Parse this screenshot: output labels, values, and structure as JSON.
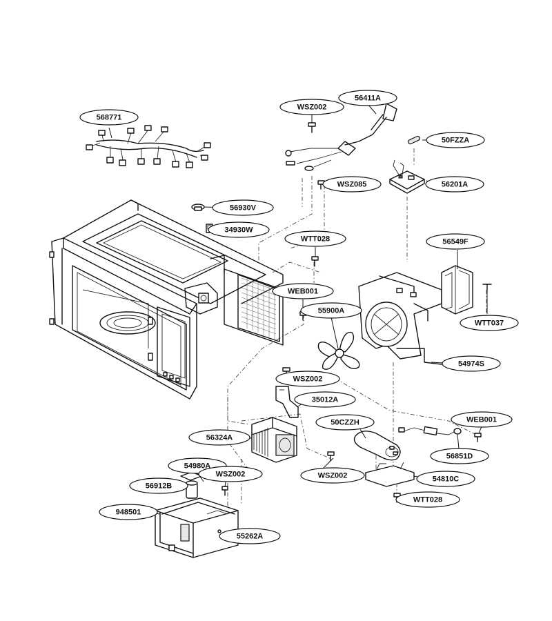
{
  "diagram": {
    "highlight_color": "#b0207a",
    "line_color": "#111111",
    "labels": [
      {
        "id": "568771",
        "text": "568771",
        "highlighted": true
      },
      {
        "id": "WSZ002_top",
        "text": "WSZ002",
        "highlighted": false
      },
      {
        "id": "56411A",
        "text": "56411A",
        "highlighted": true
      },
      {
        "id": "50FZZA",
        "text": "50FZZA",
        "highlighted": false
      },
      {
        "id": "WSZ085",
        "text": "WSZ085",
        "highlighted": false
      },
      {
        "id": "56201A",
        "text": "56201A",
        "highlighted": true
      },
      {
        "id": "56930V",
        "text": "56930V",
        "highlighted": false
      },
      {
        "id": "34930W",
        "text": "34930W",
        "highlighted": false
      },
      {
        "id": "WTT028_top",
        "text": "WTT028",
        "highlighted": false
      },
      {
        "id": "56549F",
        "text": "56549F",
        "highlighted": false
      },
      {
        "id": "WEB001_left",
        "text": "WEB001",
        "highlighted": false
      },
      {
        "id": "55900A",
        "text": "55900A",
        "highlighted": false
      },
      {
        "id": "WTT037",
        "text": "WTT037",
        "highlighted": false
      },
      {
        "id": "54974S",
        "text": "54974S",
        "highlighted": true
      },
      {
        "id": "WSZ002_mid",
        "text": "WSZ002",
        "highlighted": false
      },
      {
        "id": "35012A",
        "text": "35012A",
        "highlighted": false
      },
      {
        "id": "WEB001_right",
        "text": "WEB001",
        "highlighted": false
      },
      {
        "id": "50CZZH",
        "text": "50CZZH",
        "highlighted": false
      },
      {
        "id": "56324A",
        "text": "56324A",
        "highlighted": false
      },
      {
        "id": "56851D",
        "text": "56851D",
        "highlighted": false
      },
      {
        "id": "54980A",
        "text": "54980A",
        "highlighted": false
      },
      {
        "id": "WSZ002_low",
        "text": "WSZ002",
        "highlighted": false
      },
      {
        "id": "WSZ002_right",
        "text": "WSZ002",
        "highlighted": false
      },
      {
        "id": "56912B",
        "text": "56912B",
        "highlighted": false
      },
      {
        "id": "54810C",
        "text": "54810C",
        "highlighted": false
      },
      {
        "id": "948501",
        "text": "948501",
        "highlighted": false
      },
      {
        "id": "WTT028_bottom",
        "text": "WTT028",
        "highlighted": false
      },
      {
        "id": "55262A",
        "text": "55262A",
        "highlighted": false
      }
    ]
  }
}
